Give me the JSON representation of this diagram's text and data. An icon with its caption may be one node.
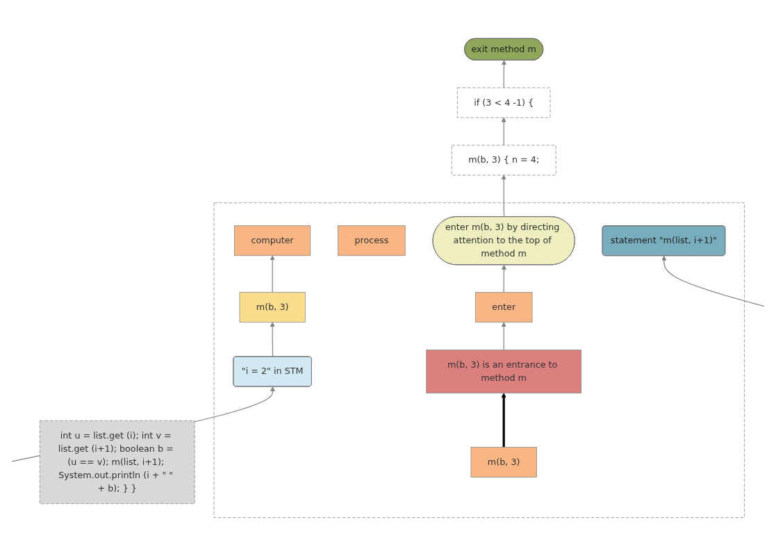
{
  "diagram": {
    "nodes": [
      {
        "text": [],
        "shape": "box"
      },
      {
        "text": [
          "m(b, 3) is an entrance to method m"
        ],
        "in": 0
      },
      {
        "text": [
          "computer"
        ],
        "in": 0
      },
      {
        "text": [
          "process"
        ],
        "in": 0
      },
      {
        "text": [
          "m(b, 3)"
        ],
        "in": 0
      },
      {
        "text": [
          "enter"
        ],
        "in": 0
      },
      {
        "text": [
          "m(b, 3)"
        ],
        "in": 0
      },
      {
        "text": [
          "enter m(b, 3) by directing attention to the top of method m"
        ],
        "in": 0
      },
      {
        "text": [
          "\"i = 2\" in STM"
        ],
        "in": 0
      },
      {
        "text": [
          "statement \"m(list, i+1)\""
        ],
        "in": 0
      },
      {
        "text": [
          "m(b, 3) { n = 4;"
        ]
      },
      {
        "text": [
          "if (3 < 4 -1) {"
        ]
      },
      {
        "text": [
          "exit method m"
        ]
      },
      {
        "text": [
          "int u = list.get (i); int v = list.get (i+1); boolean b = (u == v); m(list, i+1); System.out.println (i + \" \" + b); } }"
        ]
      }
    ],
    "edges": [
      {
        "from": 4,
        "to": 1,
        "arrow": "to",
        "style": "thick",
        "color": "#000000"
      },
      {
        "from": 1,
        "to": 5,
        "arrow": "to"
      },
      {
        "from": 5,
        "to": 7,
        "arrow": "to"
      },
      {
        "from": 6,
        "to": 2,
        "arrow": "to"
      },
      {
        "from": 8,
        "to": 6,
        "arrow": "to"
      },
      {
        "from": null,
        "to": 8,
        "arrow": "to"
      },
      {
        "from": null,
        "to": 9,
        "arrow": "to"
      },
      {
        "from": 7,
        "to": 10,
        "arrow": "to"
      },
      {
        "from": 10,
        "to": 11,
        "arrow": "to"
      },
      {
        "from": 11,
        "to": 12,
        "arrow": "to"
      }
    ]
  }
}
